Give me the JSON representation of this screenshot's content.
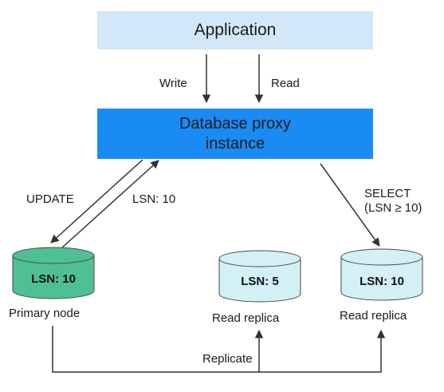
{
  "application": {
    "label": "Application"
  },
  "proxy": {
    "line1": "Database proxy",
    "line2": "instance"
  },
  "flows": {
    "write": "Write",
    "read": "Read",
    "update": "UPDATE",
    "lsn_return": "LSN: 10",
    "select_line1": "SELECT",
    "select_line2": "(LSN ≥ 10)",
    "replicate": "Replicate"
  },
  "nodes": [
    {
      "lsn": "LSN: 10",
      "label": "Primary node",
      "color": "#4fbf94"
    },
    {
      "lsn": "LSN: 5",
      "label": "Read replica",
      "color": "#d2f0f5"
    },
    {
      "lsn": "LSN: 10",
      "label": "Read replica",
      "color": "#d2f0f5"
    }
  ],
  "colors": {
    "application_box": "#d2e8f8",
    "proxy_box": "#1a8bf2",
    "arrow": "#333333"
  }
}
